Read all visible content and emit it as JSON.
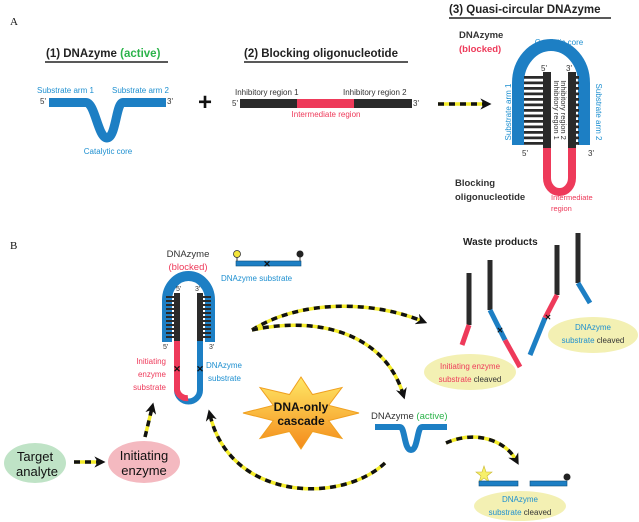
{
  "panel_a": {
    "label": "A",
    "part1": {
      "title_prefix": "(1) DNAzyme ",
      "title_status": "(active)",
      "arm1": "Substrate arm 1",
      "arm2": "Substrate arm 2",
      "five": "5'",
      "three": "3'",
      "core": "Catalytic core"
    },
    "plus": "+",
    "part2": {
      "title": "(2) Blocking oligonucleotide",
      "region1": "Inhibitory region 1",
      "region2": "Inhibitory region 2",
      "intermediate": "Intermediate region",
      "five": "5'",
      "three": "3'"
    },
    "part3": {
      "title": "(3) Quasi-circular DNAzyme",
      "dnazyme": "DNAzyme",
      "blocked": "(blocked)",
      "core": "Catalytic core",
      "arm1": "Substrate arm 1",
      "arm2": "Substrate arm 2",
      "region1": "Inhibitory region 1",
      "region2": "Inhibitory region 2",
      "five_top": "5'",
      "three_top": "3'",
      "five_bottom": "5'",
      "three_bottom": "3'",
      "blocking_line1": "Blocking",
      "blocking_line2": "oligonucleotide",
      "intermediate_line1": "Intermediate",
      "intermediate_line2": "region"
    }
  },
  "panel_b": {
    "label": "B",
    "blocked": {
      "dnazyme": "DNAzyme",
      "blocked": "(blocked)",
      "five_top": "5'",
      "three_top": "3'",
      "five_bottom": "5'",
      "three_bottom": "3'",
      "init_line1": "Initiating",
      "init_line2": "enzyme",
      "init_line3": "substrate",
      "sub_line1": "DNAzyme",
      "sub_line2": "substrate"
    },
    "substrate_label": "DNAzyme substrate",
    "cascade_line1": "DNA-only",
    "cascade_line2": "cascade",
    "target_line1": "Target",
    "target_line2": "analyte",
    "enzyme_line1": "Initiating",
    "enzyme_line2": "enzyme",
    "active_prefix": "DNAzyme ",
    "active_status": "(active)",
    "waste_title": "Waste products",
    "waste1": {
      "line1": "Initiating enzyme",
      "line2_colored": "substrate",
      "line2_rest": " cleaved"
    },
    "waste2": {
      "line1": "DNAzyme",
      "line2_colored": "substrate",
      "line2_rest": " cleaved"
    },
    "cleaved": {
      "line1": "DNAzyme",
      "line2_colored": "substrate",
      "line2_rest": " cleaved"
    }
  },
  "colors": {
    "dnazyme": "#1d7fc4",
    "blocking": "#2a2a2a",
    "intermediate": "#ee3a5a",
    "active": "#2bb34a",
    "target": "#bfe3c6",
    "enzyme": "#f4b9c0",
    "cleaved_bubble": "#f3f0b3",
    "star": "#f7a61c"
  }
}
